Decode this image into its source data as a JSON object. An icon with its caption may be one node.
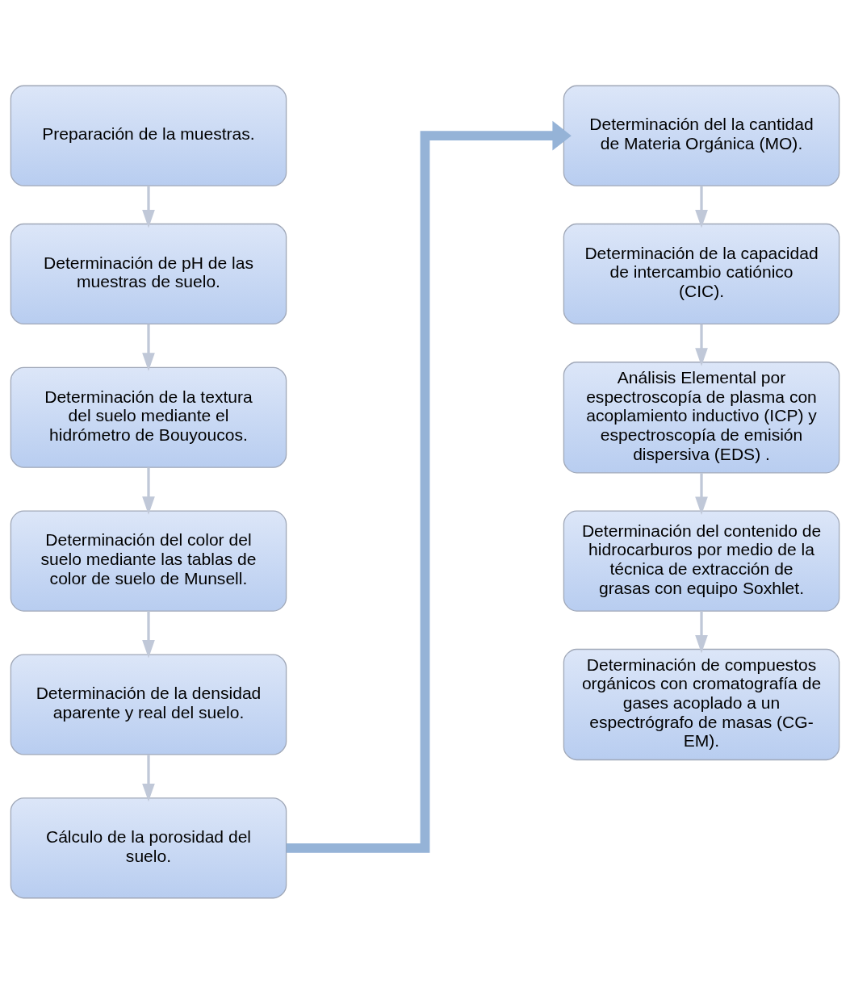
{
  "diagram": {
    "nodes": [
      {
        "text": [
          "Preparación de la muestras."
        ]
      },
      {
        "text": [
          "Determinación de pH de las muestras de suelo."
        ]
      },
      {
        "text": [
          "Determinación de la textura del suelo mediante el hidrómetro de Bouyoucos."
        ]
      },
      {
        "text": [
          "Determinación del color del suelo mediante las tablas de color de suelo de Munsell."
        ]
      },
      {
        "text": [
          "Determinación de la densidad aparente y real del suelo."
        ]
      },
      {
        "text": [
          "Cálculo de la porosidad del suelo."
        ]
      },
      {
        "text": [
          "Determinación del la cantidad de Materia Orgánica (MO)."
        ]
      },
      {
        "text": [
          "Determinación de la capacidad de intercambio catiónico (CIC)."
        ]
      },
      {
        "text": [
          "Análisis Elemental por espectroscopía de plasma con acoplamiento inductivo (ICP) y espectroscopía de emisión dispersiva (EDS) ."
        ]
      },
      {
        "text": [
          "Determinación del contenido de hidrocarburos por medio de la técnica de extracción de grasas con equipo Soxhlet."
        ]
      },
      {
        "text": [
          "Determinación de compuestos orgánicos con cromatografía de gases acoplado a un espectrógrafo de masas (CG-EM)."
        ]
      }
    ],
    "edges": [
      {
        "from": 0,
        "to": 1,
        "arrow": "to"
      },
      {
        "from": 1,
        "to": 2,
        "arrow": "to"
      },
      {
        "from": 2,
        "to": 3,
        "arrow": "to"
      },
      {
        "from": 3,
        "to": 4,
        "arrow": "to"
      },
      {
        "from": 4,
        "to": 5,
        "arrow": "to"
      },
      {
        "from": 5,
        "to": 6,
        "arrow": "to",
        "style": "thick",
        "color": "#95b3d7"
      },
      {
        "from": 6,
        "to": 7,
        "arrow": "to"
      },
      {
        "from": 7,
        "to": 8,
        "arrow": "to"
      },
      {
        "from": 8,
        "to": 9,
        "arrow": "to"
      },
      {
        "from": 9,
        "to": 10,
        "arrow": "to"
      }
    ]
  }
}
